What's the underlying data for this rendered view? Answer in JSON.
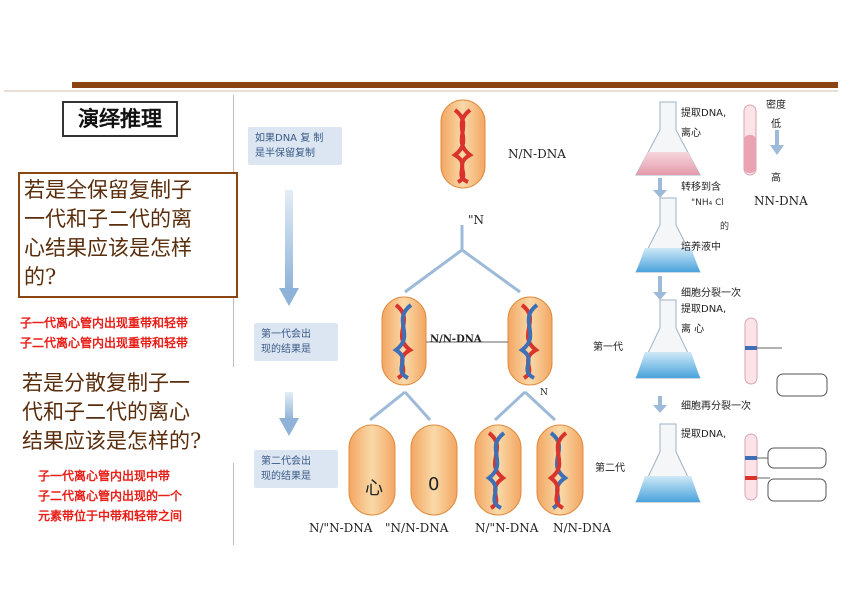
{
  "title": "演绎推理",
  "question1": [
    "若是全保留复制子",
    "一代和子二代的离",
    "心结果应该是怎样",
    "的?"
  ],
  "answer1": [
    "子一代离心管内出现重带和轻带",
    "子二代离心管内出现重带和轻带"
  ],
  "question2": [
    "若是分散复制子一",
    "代和子二代的离心",
    "结果应该是怎样的?"
  ],
  "answer2": [
    "子一代离心管内出现中带",
    "子二代离心管内出现的一个",
    "元素带位于中带和轻带之间"
  ],
  "steps": {
    "hypothesis": [
      "如果DNA  复 制",
      "是半保留复制"
    ],
    "gen1_result": [
      "第一代会出",
      "现的结果是"
    ],
    "gen2_result": [
      "第二代会出",
      "现的结果是"
    ]
  },
  "labels": {
    "parent_dna": "N/N-DNA",
    "n14_top": "\"N",
    "hybrid_dna": "N/N-DNA",
    "n14_mid": "N",
    "gen2_a": "N/\"N-DNA",
    "gen2_b": "\"N/N-DNA",
    "gen2_c": "N/\"N-DNA",
    "gen2_d": "N/N-DNA",
    "gen1_tag": "第一代",
    "gen2_tag": "第二代",
    "glyph_a": "心",
    "glyph_b": "0"
  },
  "right_panel": {
    "extract1": [
      "提取DNA,",
      "离心"
    ],
    "density": "密度",
    "low": "低",
    "high": "高",
    "nn_dna": "NN-DNA",
    "transfer": [
      "转移到含",
      "\"NH₄ Cl",
      "的",
      "培养液中"
    ],
    "divide1": "细胞分裂一次",
    "extract2": [
      "提取DNA,",
      "离 心"
    ],
    "divide2": "细胞再分裂一次",
    "extract3": "提取DNA,"
  },
  "colors": {
    "accent_brown": "#8B4513",
    "answer_red": "#e8201a",
    "heavy_strand": "#d9332b",
    "light_strand": "#3f6fb5",
    "medium_blue": "#4aa3dc"
  }
}
